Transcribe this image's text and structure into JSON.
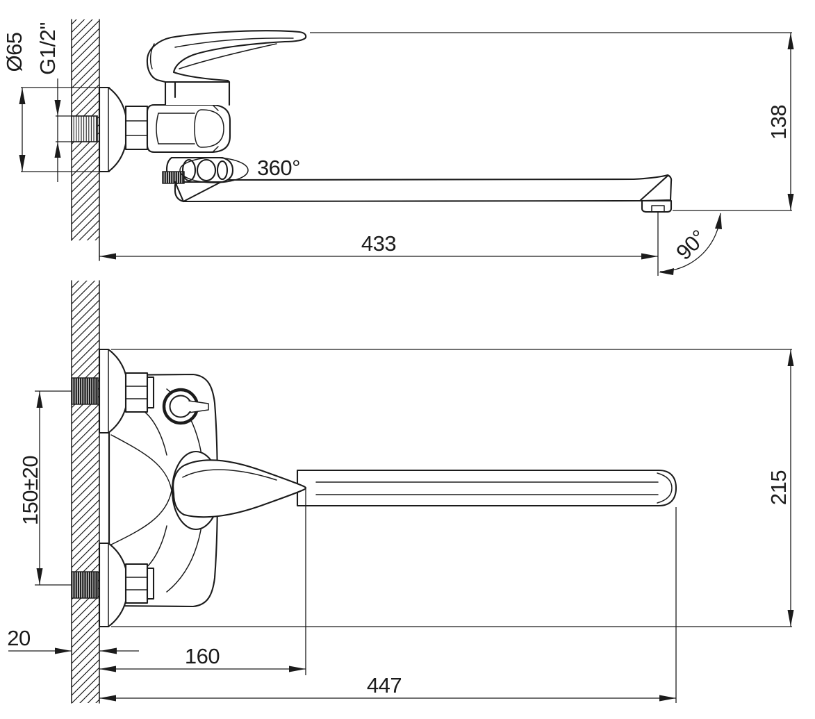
{
  "drawing_type": "technical-dimension-drawing",
  "subject": "wall-mounted bath mixer with long swivel spout",
  "colors": {
    "line": "#1b1b1b",
    "background": "#ffffff"
  },
  "top_view": {
    "escutcheon_diameter": "Ø65",
    "thread_size": "G1/2\"",
    "spout_swivel": "360°",
    "spout_reach": "433",
    "height": "138",
    "tip_angle": "90°"
  },
  "bottom_view": {
    "inlet_spacing": "150±20",
    "wall_thickness": "20",
    "body_reach": "160",
    "overall_reach": "447",
    "overall_width": "215"
  }
}
